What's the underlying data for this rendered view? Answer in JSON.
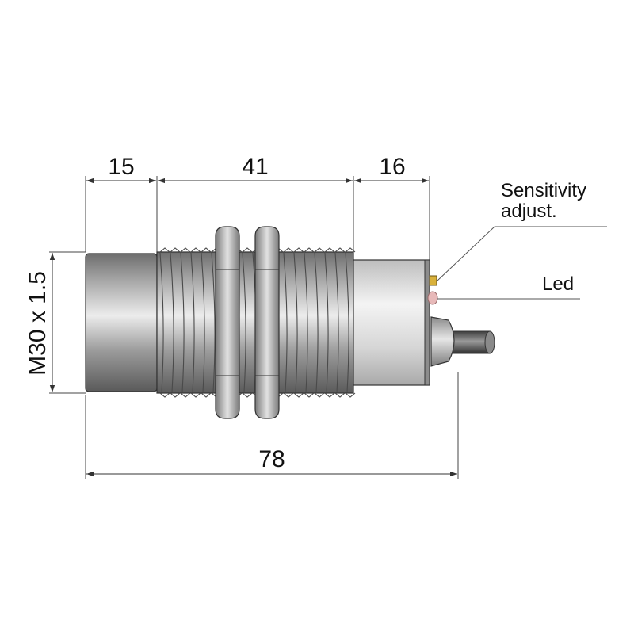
{
  "dimensions": {
    "front_length": "15",
    "thread_length": "41",
    "rear_length": "16",
    "total_length": "78",
    "thread_spec": "M30 x 1.5"
  },
  "callouts": {
    "sensitivity": {
      "line1": "Sensitivity",
      "line2": "adjust."
    },
    "led": "Led"
  },
  "colors": {
    "outline": "#333333",
    "dimension_line": "#444444",
    "metal": "#9a9a9a",
    "housing": "#dcdcdc",
    "sensitivity_screw": "#d9b13b",
    "led": "#e7b9b9",
    "cable": "#555555"
  }
}
